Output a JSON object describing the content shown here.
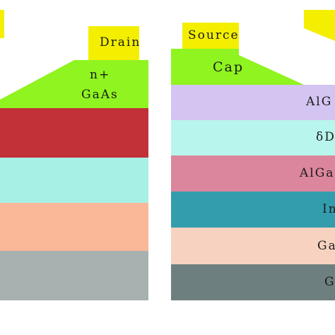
{
  "colors": {
    "contact_yellow": "#f4ef00",
    "cap_green": "#8ff41f",
    "left_red": "#c23038",
    "left_aqua": "#a6f0e6",
    "left_peach": "#fab898",
    "left_gray": "#a7b1b0",
    "right_lavender": "#d3c4f1",
    "right_aqua": "#b8f5ec",
    "right_pink": "#db869c",
    "right_teal": "#349dad",
    "right_peach": "#f7d2c0",
    "right_slate": "#6d7f7e"
  },
  "left_device": {
    "drain_label": "Drain",
    "cap_label_line1": "n+",
    "cap_label_line2": "GaAs"
  },
  "right_device": {
    "source_label": "Source",
    "cap_label": "Cap",
    "layers": [
      {
        "label": "AlG"
      },
      {
        "label": "δD"
      },
      {
        "label": "AlGa"
      },
      {
        "label": "In"
      },
      {
        "label": "Ga"
      },
      {
        "label": "G"
      }
    ]
  }
}
